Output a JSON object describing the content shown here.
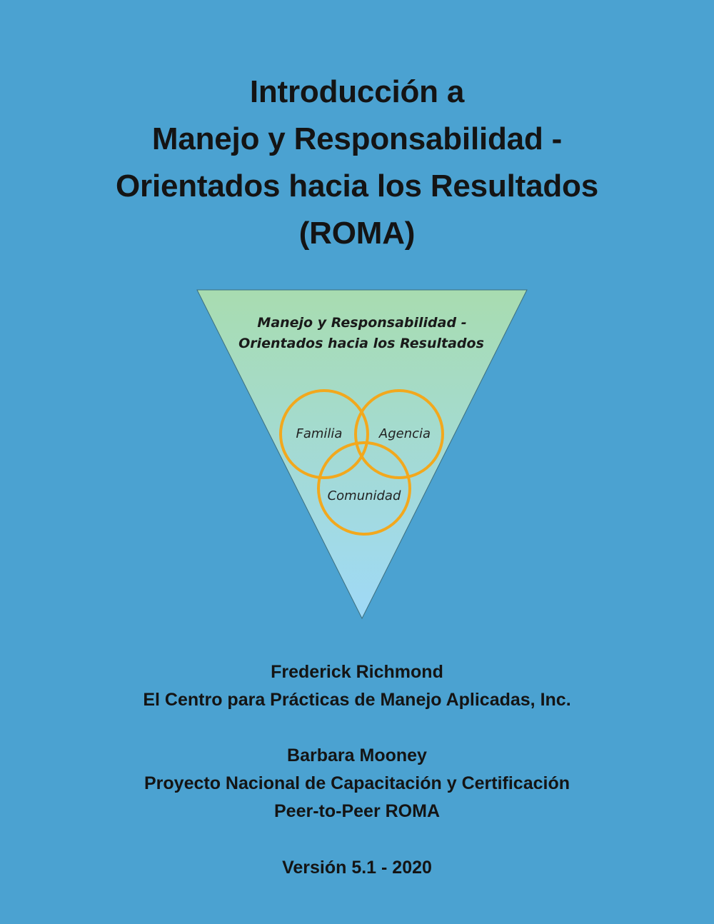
{
  "title": {
    "lines": [
      "Introducción a",
      "Manejo y Responsabilidad -",
      "Orientados hacia los Resultados",
      "(ROMA)"
    ]
  },
  "diagram": {
    "heading_lines": [
      "Manejo y Responsabilidad -",
      "Orientados hacia los Resultados"
    ],
    "circles": [
      {
        "label": "Familia"
      },
      {
        "label": "Agencia"
      },
      {
        "label": "Comunidad"
      }
    ],
    "colors": {
      "triangle_top": "#a8dcb0",
      "triangle_bottom": "#9fd9f7",
      "circle_stroke": "#f2a81d"
    }
  },
  "authors": [
    {
      "name": "Frederick Richmond",
      "affiliation_lines": [
        "El Centro para Prácticas de Manejo Aplicadas, Inc."
      ]
    },
    {
      "name": "Barbara Mooney",
      "affiliation_lines": [
        "Proyecto Nacional de Capacitación y Certificación",
        "Peer-to-Peer ROMA"
      ]
    }
  ],
  "version": "Versión 5.1 - 2020",
  "colors": {
    "background": "#4ba2d1",
    "text": "#141414"
  }
}
